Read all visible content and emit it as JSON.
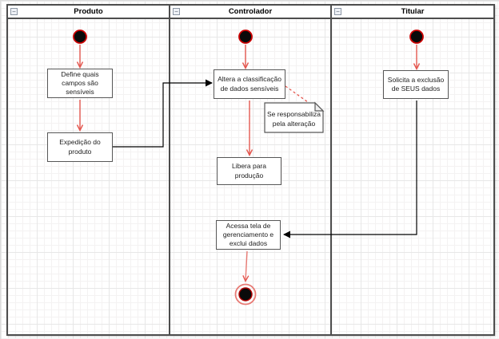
{
  "diagram_type": "uml-activity-swimlanes",
  "lanes": [
    {
      "label": "Produto"
    },
    {
      "label": "Controlador"
    },
    {
      "label": "Titular"
    }
  ],
  "collapse_glyph": "−",
  "activities": {
    "define": "Define quais\ncampos são\nsensíveis",
    "expedicao": "Expedição do\nproduto",
    "altera": "Altera a classificação\nde dados sensíveis",
    "libera": "Libera para\nprodução",
    "acessa": "Acessa tela de\ngerenciamento e\nexclui dados",
    "solicita": "Solicita a exclusão\nde SEUS dados"
  },
  "note": "Se responsabiliza\npela alteração",
  "flows": [
    {
      "from": "start-produto",
      "to": "define"
    },
    {
      "from": "define",
      "to": "expedicao"
    },
    {
      "from": "expedicao",
      "to": "altera"
    },
    {
      "from": "start-controlador",
      "to": "altera"
    },
    {
      "from": "altera",
      "to": "libera"
    },
    {
      "from": "altera",
      "to": "note",
      "style": "dashed"
    },
    {
      "from": "start-titular",
      "to": "solicita"
    },
    {
      "from": "solicita",
      "to": "acessa"
    },
    {
      "from": "acessa",
      "to": "end"
    }
  ],
  "colors": {
    "lane_border": "#4d4d4d",
    "box_border": "#575757",
    "flow_red": "#e4574f",
    "flow_black": "#000000",
    "start_fill": "#0a0a0a",
    "start_stroke": "#cc0000",
    "end_ring": "#e87a74",
    "grid_minor": "#f4f2f2",
    "grid_major": "#e7e7e7"
  }
}
